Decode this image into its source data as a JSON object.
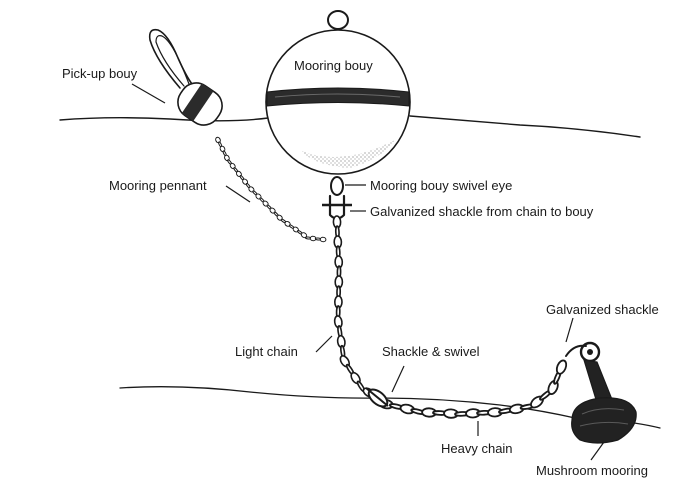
{
  "labels": {
    "pickup_buoy": "Pick-up bouy",
    "mooring_buoy": "Mooring bouy",
    "mooring_pennant": "Mooring pennant",
    "swivel_eye": "Mooring bouy swivel eye",
    "shackle_chain_to_buoy": "Galvanized shackle from chain to bouy",
    "light_chain": "Light chain",
    "shackle_swivel": "Shackle & swivel",
    "galvanized_shackle": "Galvanized shackle",
    "heavy_chain": "Heavy chain",
    "mushroom_mooring": "Mushroom mooring"
  },
  "colors": {
    "ink": "#1a1a1a",
    "buoy_band": "#2b2b2b",
    "anchor": "#222222",
    "background": "#ffffff"
  }
}
